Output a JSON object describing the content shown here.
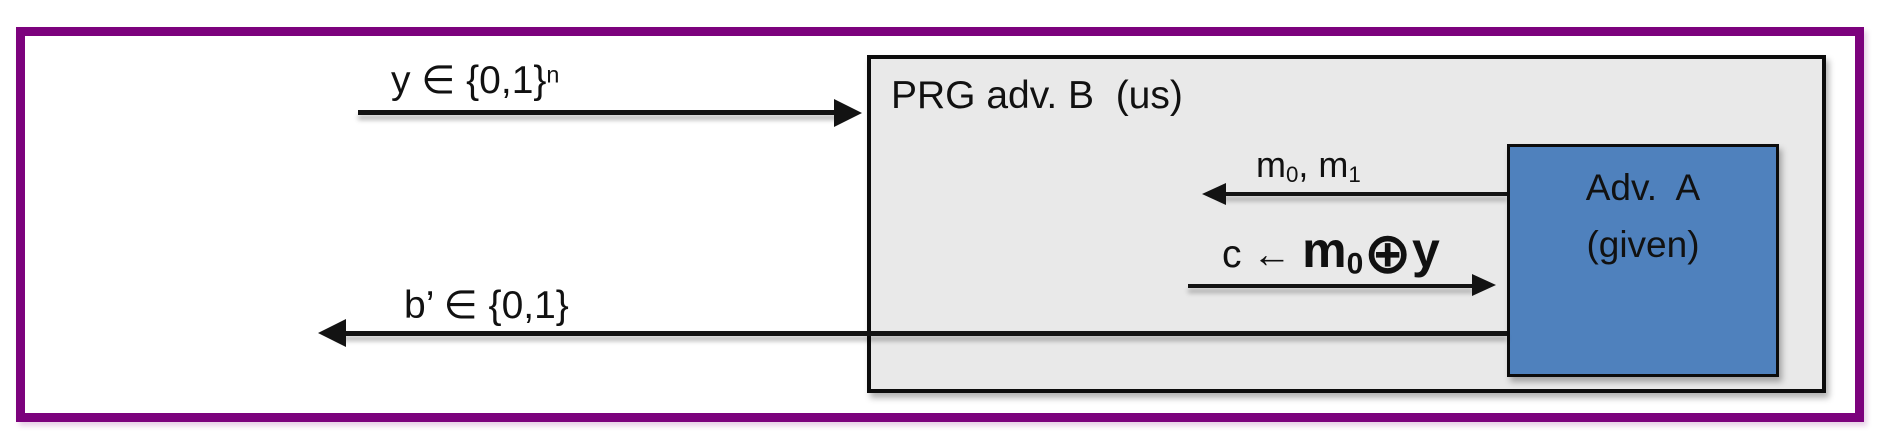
{
  "colors": {
    "frame": "#7C027D",
    "panel_fill": "#E9E9E9",
    "adv_fill": "#4F81BD",
    "ink": "#111111"
  },
  "prg_panel": {
    "title": "PRG adv. B  (us)"
  },
  "adv_panel": {
    "line1": "Adv.  A",
    "line2": "(given)"
  },
  "arrow_y": {
    "direction": "right",
    "label": "y ∈ {0,1}",
    "sup": "n"
  },
  "arrow_m": {
    "direction": "left",
    "m1": "m",
    "sub1": "0",
    "mid": ", m",
    "sub2": "1"
  },
  "arrow_c": {
    "direction": "right",
    "prefix": "c ← ",
    "m": "m",
    "m_sub": "0",
    "xor": "⊕",
    "y": "y"
  },
  "arrow_b": {
    "direction": "left",
    "label": "b’ ∈ {0,1}"
  }
}
